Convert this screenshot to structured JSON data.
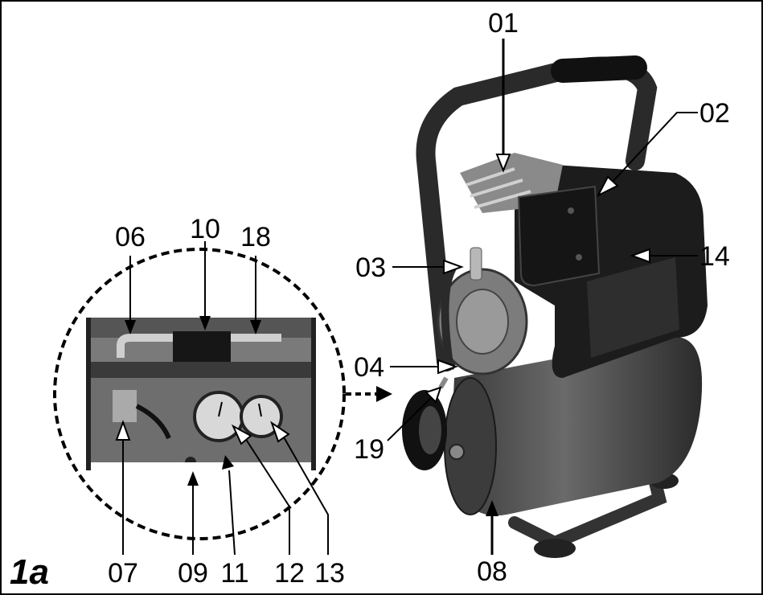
{
  "figure_label": "1a",
  "callouts": {
    "c01": "01",
    "c02": "02",
    "c03": "03",
    "c04": "04",
    "c06": "06",
    "c07": "07",
    "c08": "08",
    "c09": "09",
    "c10": "10",
    "c11": "11",
    "c12": "12",
    "c13": "13",
    "c14": "14",
    "c18": "18",
    "c19": "19"
  }
}
